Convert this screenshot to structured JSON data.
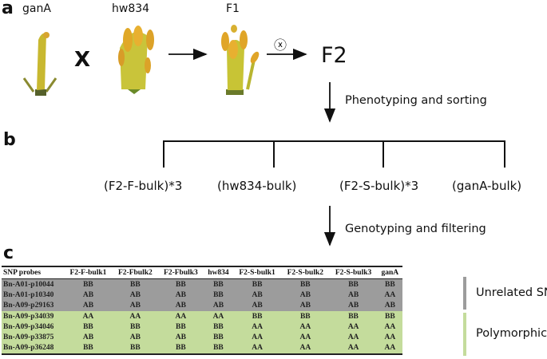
{
  "panels": {
    "a": "a",
    "b": "b",
    "c": "c"
  },
  "cross": {
    "parent1": "ganA",
    "cross_symbol": "X",
    "parent2": "hw834",
    "f1": "F1",
    "selfing_symbol": "ⓧ",
    "f2": "F2"
  },
  "steps": {
    "phenotyping": "Phenotyping and sorting",
    "genotyping": "Genotyping and filtering"
  },
  "bulks": [
    "(F2-F-bulk)*3",
    "(hw834-bulk)",
    "(F2-S-bulk)*3",
    "(ganA-bulk)"
  ],
  "table": {
    "headers": [
      "SNP probes",
      "F2-F-bulk1",
      "F2-Fbulk2",
      "F2-Fbulk3",
      "hw834",
      "F2-S-bulk1",
      "F2-S-bulk2",
      "F2-S-bulk3",
      "ganA"
    ],
    "rows": [
      {
        "group": "unrelated",
        "cells": [
          "Bn-A01-p10044",
          "BB",
          "BB",
          "BB",
          "BB",
          "BB",
          "BB",
          "BB",
          "BB"
        ]
      },
      {
        "group": "unrelated",
        "cells": [
          "Bn-A01-p10340",
          "AB",
          "AB",
          "AB",
          "BB",
          "AB",
          "AB",
          "AB",
          "AA"
        ]
      },
      {
        "group": "unrelated",
        "cells": [
          "Bn-A09-p29163",
          "AB",
          "AB",
          "AB",
          "AB",
          "AB",
          "AB",
          "AB",
          "AB"
        ]
      },
      {
        "group": "poly",
        "cells": [
          "Bn-A09-p34039",
          "AA",
          "AA",
          "AA",
          "AA",
          "BB",
          "BB",
          "BB",
          "BB"
        ]
      },
      {
        "group": "poly",
        "cells": [
          "Bn-A09-p34046",
          "BB",
          "BB",
          "BB",
          "BB",
          "AA",
          "AA",
          "AA",
          "AA"
        ]
      },
      {
        "group": "poly",
        "cells": [
          "Bn-A09-p33875",
          "AB",
          "AB",
          "AB",
          "BB",
          "AA",
          "AA",
          "AA",
          "AA"
        ]
      },
      {
        "group": "poly",
        "cells": [
          "Bn-A09-p36248",
          "BB",
          "BB",
          "BB",
          "BB",
          "AA",
          "AA",
          "AA",
          "AA"
        ]
      }
    ]
  },
  "legend": {
    "unrelated": "Unrelated SNP",
    "polymorphic": "Polymorphic SNP"
  },
  "colors": {
    "unrelated": "#9c9c9c",
    "polymorphic": "#c4dc9c"
  }
}
